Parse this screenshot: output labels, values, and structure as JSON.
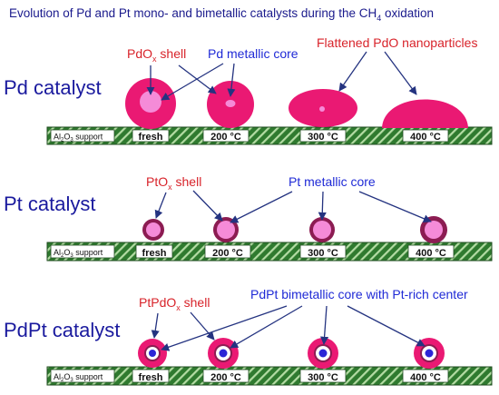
{
  "title": {
    "prefix": "Evolution of Pd and Pt mono- and bimetallic catalysts during the CH",
    "sub": "4",
    "suffix": " oxidation"
  },
  "colors": {
    "title": "#1a1a8c",
    "catalyst_label": "#1a1a9e",
    "shell_label": "#d8232a",
    "core_label": "#1f2ad6",
    "pink": "#ea1973",
    "light_pink": "#f58bd8",
    "dark_ring": "#8c1c52",
    "blue_core": "#2b25d6",
    "white_ring": "#ffffff",
    "stripe_green": "#2f7a2f",
    "stripe_light": "#b4dca4",
    "arrow": "#243380"
  },
  "support_label": {
    "prefix": "Al",
    "sub1": "2",
    "mid": "O",
    "sub2": "3",
    "suffix": " support"
  },
  "stages": [
    "fresh",
    "200 °C",
    "300 °C",
    "400 °C"
  ],
  "pd": {
    "name": "Pd catalyst",
    "shell_label": {
      "prefix": "PdO",
      "sub": "x",
      "suffix": " shell"
    },
    "core_label": "Pd metallic core",
    "flattened_label": "Flattened PdO nanoparticles"
  },
  "pt": {
    "name": "Pt catalyst",
    "shell_label": {
      "prefix": "PtO",
      "sub": "x",
      "suffix": " shell"
    },
    "core_label": "Pt metallic core"
  },
  "pdpt": {
    "name": "PdPt catalyst",
    "shell_label": {
      "prefix": "PtPdO",
      "sub": "x",
      "suffix": " shell"
    },
    "core_label": "PdPt bimetallic core with Pt-rich center"
  }
}
